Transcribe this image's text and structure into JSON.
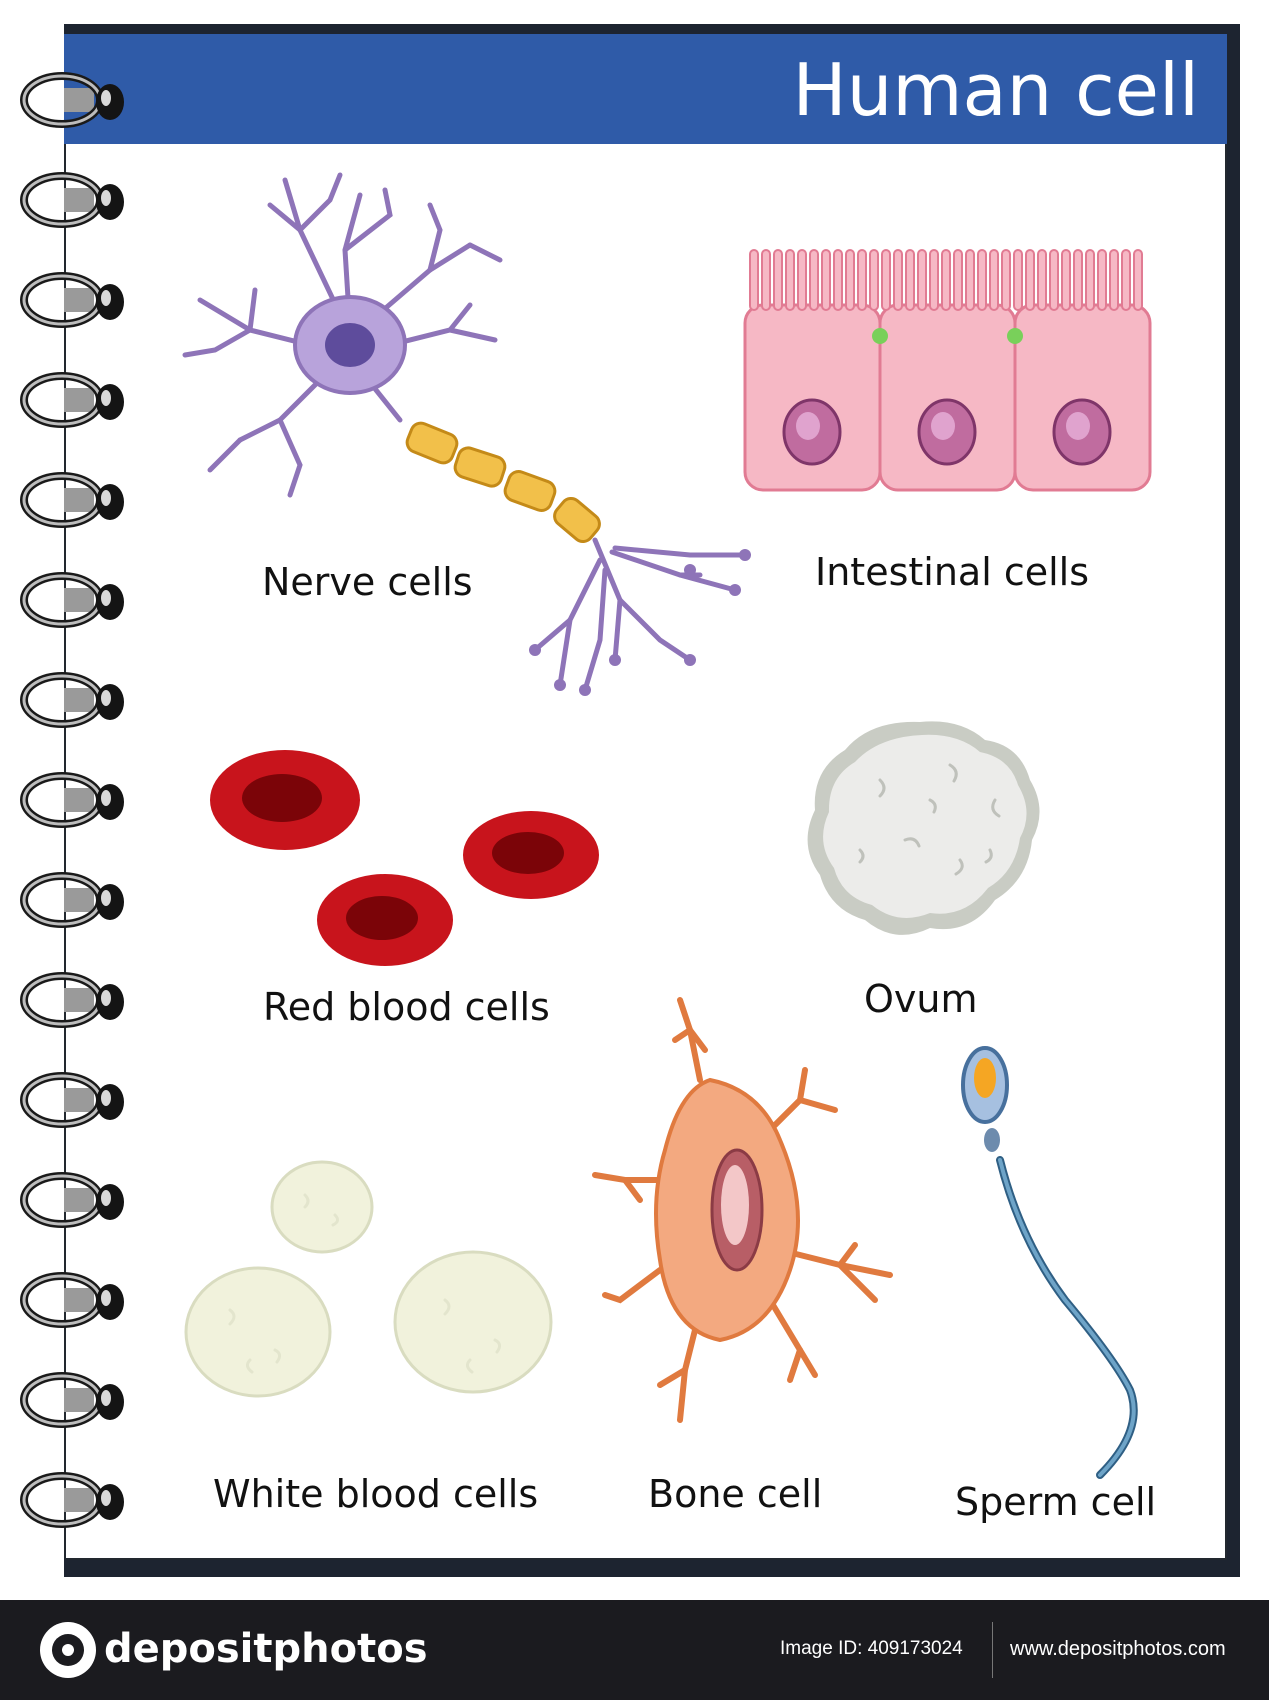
{
  "title": "Human cell",
  "cells": {
    "nerve": "Nerve cells",
    "intestinal": "Intestinal cells",
    "red_blood": "Red blood cells",
    "ovum": "Ovum",
    "white_blood": "White blood cells",
    "bone": "Bone cell",
    "sperm": "Sperm cell"
  },
  "footer": {
    "brand": "depositphotos",
    "image_id": "Image ID: 409173024",
    "website": "www.depositphotos.com"
  },
  "colors": {
    "header": "#2f5ba8",
    "nerve": "#a48bc7",
    "intestinal": "#f4a9b8",
    "red_blood": "#c8141c",
    "ovum": "#dfe1dd",
    "white_blood": "#f4f4e2",
    "bone": "#f09a6c",
    "sperm": "#4d8db5",
    "footer": "#1b1b1f"
  }
}
